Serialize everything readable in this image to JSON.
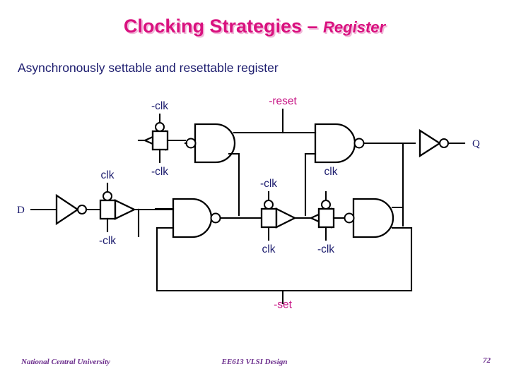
{
  "slide": {
    "title_main": "Clocking Strategies ",
    "title_dash": "– ",
    "title_sub": "Register",
    "subtitle": "Asynchronously settable and resettable register",
    "title_color": "#d9117f",
    "subtitle_color": "#1c1c6e"
  },
  "schematic": {
    "type": "digital-logic-schematic",
    "description": "Asynchronously settable and resettable register built from an input inverter, two transmission-gate pairs and four cross-coupled NAND latches",
    "wire_color": "#000000",
    "clk_label_color": "#1c1c6e",
    "ctrl_label_color": "#c71585",
    "io": {
      "input_d": "D",
      "output_q": "Q"
    },
    "control_labels": {
      "reset": "-reset",
      "set": "-set"
    },
    "clock_labels": {
      "tg1_top": "clk",
      "tg1_bottom": "-clk",
      "tg2_top": "-clk",
      "tg2_bottom": "-clk",
      "tg3_top": "-clk",
      "tg3_bottom": "clk",
      "tg4_top": "clk",
      "tg4_bottom": "-clk"
    },
    "gates": [
      {
        "name": "input-inverter",
        "type": "inverter",
        "orientation": "right"
      },
      {
        "name": "transmission-gate-1",
        "type": "transmission-gate",
        "orientation": "right"
      },
      {
        "name": "transmission-gate-2",
        "type": "transmission-gate",
        "orientation": "left"
      },
      {
        "name": "nand-upper-left",
        "type": "nand",
        "orientation": "left"
      },
      {
        "name": "nand-upper-right",
        "type": "nand",
        "orientation": "right"
      },
      {
        "name": "nand-lower-left",
        "type": "nand",
        "orientation": "right"
      },
      {
        "name": "nand-lower-right",
        "type": "nand",
        "orientation": "left"
      },
      {
        "name": "transmission-gate-3",
        "type": "transmission-gate",
        "orientation": "right"
      },
      {
        "name": "transmission-gate-4",
        "type": "transmission-gate",
        "orientation": "left"
      },
      {
        "name": "output-inverter",
        "type": "inverter",
        "orientation": "right"
      }
    ]
  },
  "footer": {
    "organization": "National Central University",
    "course": "EE613 VLSI Design",
    "page": "72",
    "color": "#6b2d8c"
  }
}
